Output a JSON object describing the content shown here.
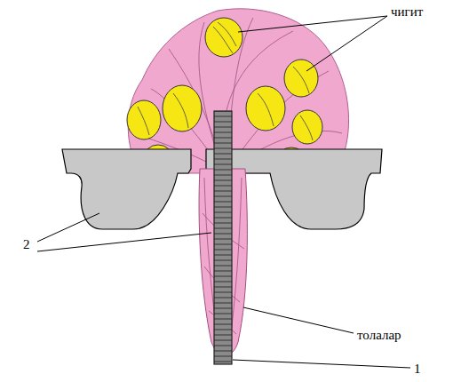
{
  "diagram": {
    "labels": [
      "чигит",
      "толалар",
      "1",
      "2"
    ]
  }
}
